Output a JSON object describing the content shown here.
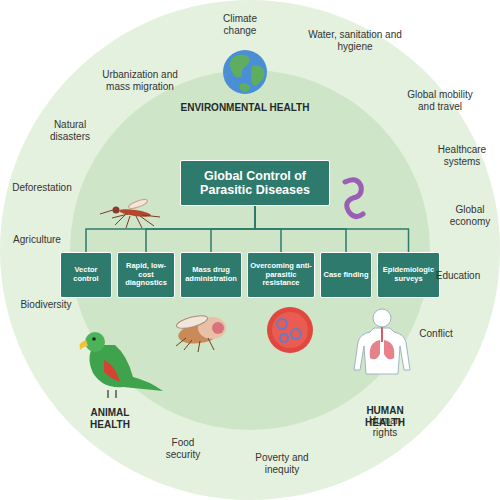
{
  "diagram": {
    "nodes": [
      {
        "text": [
          "Global Control of Parasitic Diseases"
        ]
      },
      {
        "text": [
          "Vector control"
        ]
      },
      {
        "text": [
          "Rapid, low-cost diagnostics"
        ]
      },
      {
        "text": [
          "Mass drug administration"
        ]
      },
      {
        "text": [
          "Overcoming anti-parasitic resistance"
        ]
      },
      {
        "text": [
          "Case finding"
        ]
      },
      {
        "text": [
          "Epidemiologic surveys"
        ]
      }
    ],
    "edges": [
      {
        "from": 0,
        "to": 1,
        "arrow": "none"
      },
      {
        "from": 0,
        "to": 2,
        "arrow": "none"
      },
      {
        "from": 0,
        "to": 3,
        "arrow": "none"
      },
      {
        "from": 0,
        "to": 4,
        "arrow": "none"
      },
      {
        "from": 0,
        "to": 5,
        "arrow": "none"
      },
      {
        "from": 0,
        "to": 6,
        "arrow": "none"
      }
    ],
    "labels": [
      "Climate change",
      "Water, sanitation and hygiene",
      "Global mobility and travel",
      "Healthcare systems",
      "Global economy",
      "Education",
      "Conflict",
      "Human rights",
      "Poverty and inequity",
      "Food security",
      "Biodiversity",
      "Agriculture",
      "Deforestation",
      "Natural disasters",
      "Urbanization and mass migration",
      "ENVIRONMENTAL HEALTH",
      "ANIMAL HEALTH",
      "HUMAN HEALTH"
    ]
  }
}
